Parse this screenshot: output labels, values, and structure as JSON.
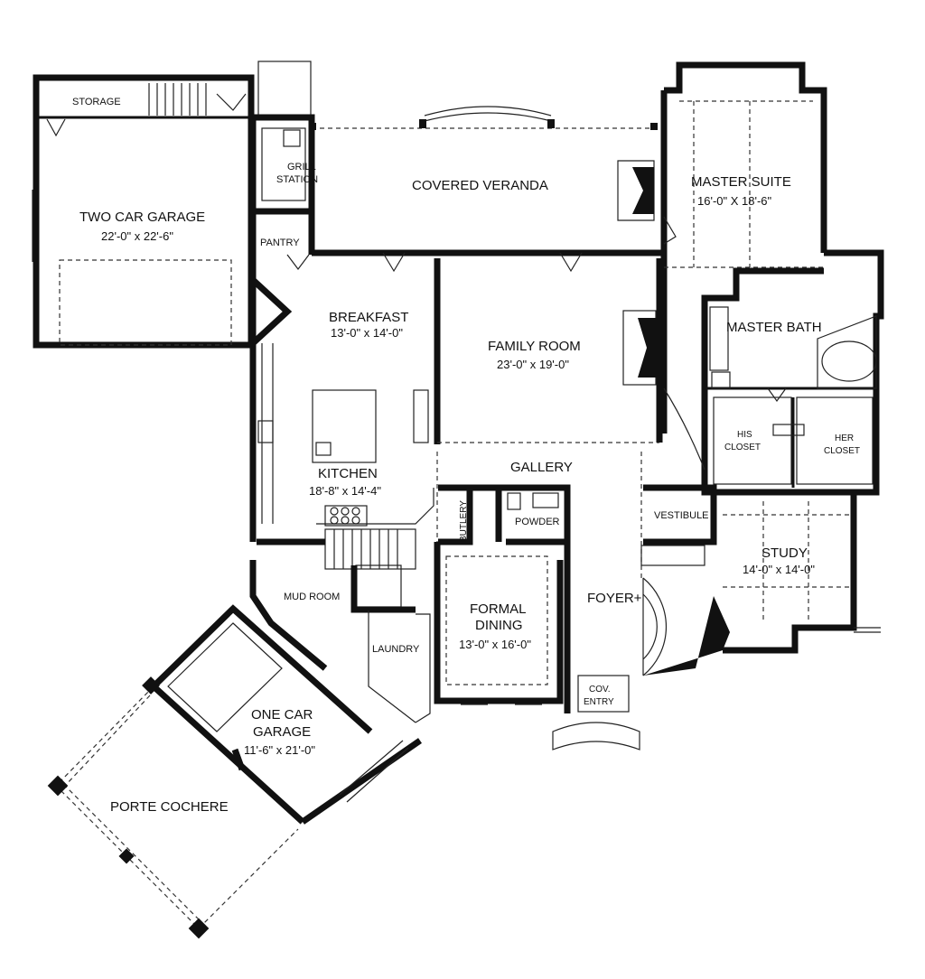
{
  "rooms": {
    "storage": "STORAGE",
    "two_car_garage": {
      "name": "TWO CAR GARAGE",
      "dims": "22'-0\" x 22'-6\""
    },
    "grill_station": [
      "GRILL",
      "STATION"
    ],
    "covered_veranda": "COVERED VERANDA",
    "master_suite": {
      "name": "MASTER SUITE",
      "dims": "16'-0\" X 18'-6\""
    },
    "pantry": "PANTRY",
    "breakfast": {
      "name": "BREAKFAST",
      "dims": "13'-0\" x 14'-0\""
    },
    "family_room": {
      "name": "FAMILY ROOM",
      "dims": "23'-0\" x 19'-0\""
    },
    "master_bath": "MASTER BATH",
    "his_closet": [
      "HIS",
      "CLOSET"
    ],
    "her_closet": [
      "HER",
      "CLOSET"
    ],
    "kitchen": {
      "name": "KITCHEN",
      "dims": "18'-8\" x 14'-4\""
    },
    "gallery": "GALLERY",
    "butlery": "BUTLERY",
    "powder": "POWDER",
    "vestibule": "VESTIBULE",
    "study": {
      "name": "STUDY",
      "dims": "14'-0\" x 14'-0\""
    },
    "mud_room": "MUD ROOM",
    "formal_dining": {
      "name1": "FORMAL",
      "name2": "DINING",
      "dims": "13'-0\" x 16'-0\""
    },
    "foyer": "FOYER+",
    "laundry": "LAUNDRY",
    "cov_entry": [
      "COV.",
      "ENTRY"
    ],
    "one_car_garage": {
      "name1": "ONE CAR",
      "name2": "GARAGE",
      "dims": "11'-6\" x 21'-0\""
    },
    "porte_cochere": "PORTE COCHERE"
  }
}
